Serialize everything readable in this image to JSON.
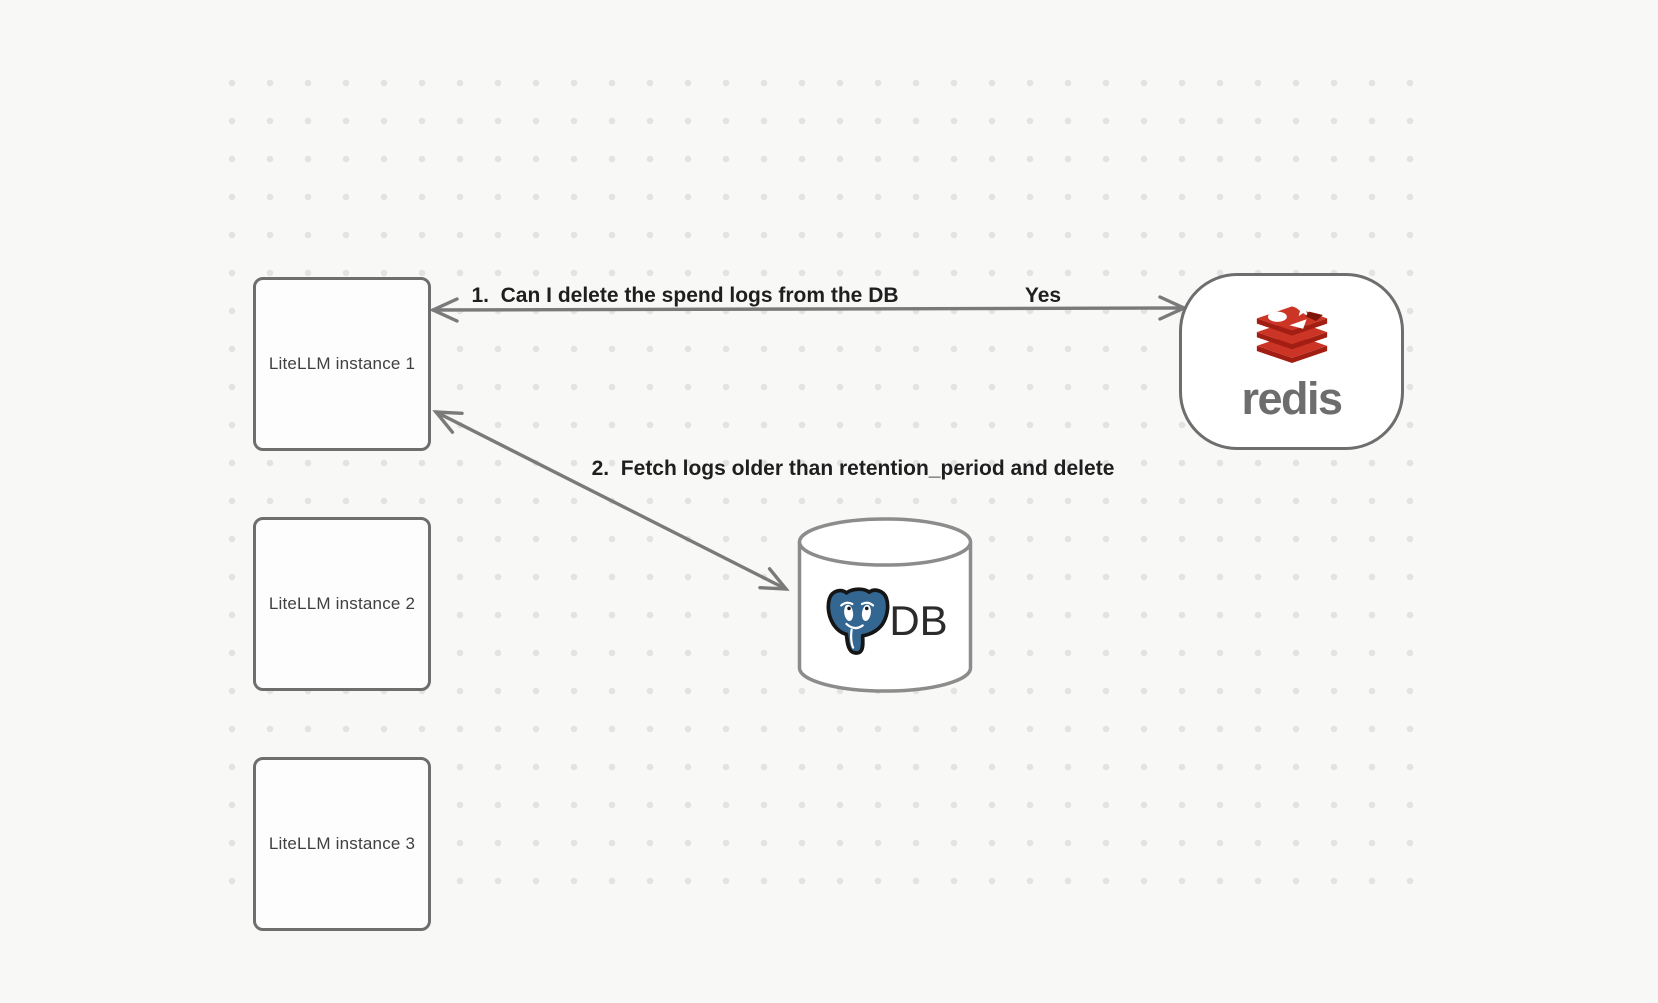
{
  "diagram": {
    "nodes": [
      {
        "id": "instance1",
        "type": "rectangle",
        "label": "LiteLLM instance 1"
      },
      {
        "id": "instance2",
        "type": "rectangle",
        "label": "LiteLLM instance 2"
      },
      {
        "id": "instance3",
        "type": "rectangle",
        "label": "LiteLLM instance 3"
      },
      {
        "id": "redis",
        "type": "rounded",
        "label": "redis",
        "icon": "redis-stack-logo"
      },
      {
        "id": "db",
        "type": "cylinder",
        "label": "DB",
        "icon": "postgresql-elephant-logo"
      }
    ],
    "edges": [
      {
        "from": "instance1",
        "to": "redis",
        "direction": "bidirectional",
        "label": "1.  Can I delete the spend logs from the DB",
        "response": "Yes"
      },
      {
        "from": "instance1",
        "to": "db",
        "direction": "bidirectional",
        "label": "2.  Fetch logs older than retention_period and delete"
      }
    ],
    "colors": {
      "background": "#f8f8f7",
      "grid_dot": "#e3e3e1",
      "node_stroke": "#6e6e6e",
      "arrow": "#7a7a7a",
      "edge_label_text": "#1f1f1f",
      "node_label_text": "#404040",
      "redis_red": "#cc3425",
      "redis_red_dark": "#a21d12",
      "redis_wordmark_gray": "#6e6d6d",
      "postgres_blue": "#336791"
    }
  }
}
